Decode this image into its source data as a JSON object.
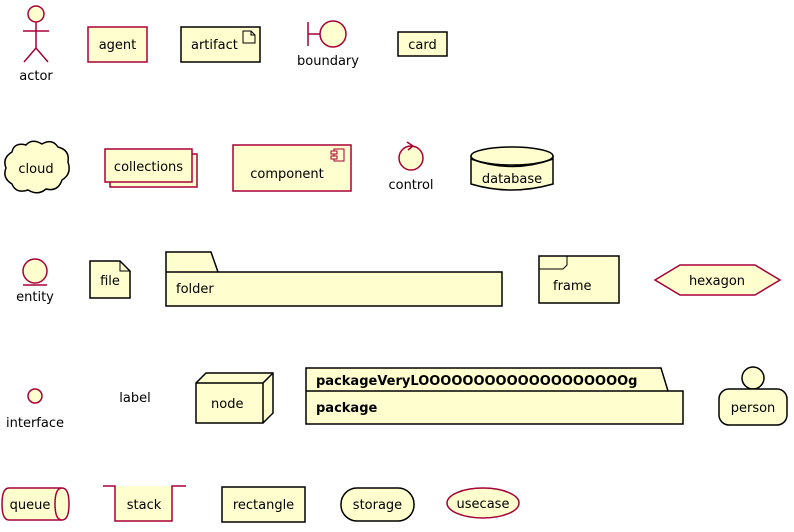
{
  "colors": {
    "fill": "#FEFECE",
    "stroke_red": "#A80036",
    "stroke_black": "#000000"
  },
  "elements": {
    "actor": "actor",
    "agent": "agent",
    "artifact": "artifact",
    "boundary": "boundary",
    "card": "card",
    "cloud": "cloud",
    "collections": "collections",
    "component": "component",
    "control": "control",
    "database": "database",
    "entity": "entity",
    "file": "file",
    "folder": "folder",
    "frame": "frame",
    "hexagon": "hexagon",
    "interface": "interface",
    "label": "label",
    "node": "node",
    "package_tab": "packageVeryLOOOOOOOOOOOOOOOOOOOg",
    "package": "package",
    "person": "person",
    "queue": "queue",
    "stack": "stack",
    "rectangle": "rectangle",
    "storage": "storage",
    "usecase": "usecase"
  }
}
